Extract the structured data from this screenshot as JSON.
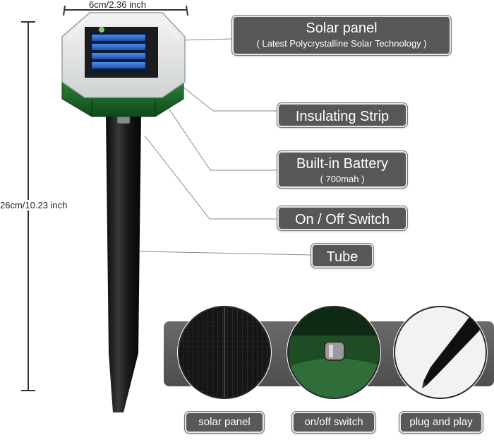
{
  "dimensions": {
    "width_label": "6cm/2.36 inch",
    "height_label": "26cm/10.23 inch"
  },
  "callouts": [
    {
      "id": "solar-panel",
      "title": "Solar panel",
      "subtitle": "( Latest Polycrystalline Solar Technology )"
    },
    {
      "id": "insulating-strip",
      "title": "Insulating Strip",
      "subtitle": ""
    },
    {
      "id": "built-in-battery",
      "title": "Built-in Battery",
      "subtitle": "( 700mah )"
    },
    {
      "id": "on-off-switch",
      "title": "On / Off Switch",
      "subtitle": ""
    },
    {
      "id": "tube",
      "title": "Tube",
      "subtitle": ""
    }
  ],
  "features": [
    {
      "id": "solar-panel",
      "label": "solar panel"
    },
    {
      "id": "on-off-switch",
      "label": "on/off switch"
    },
    {
      "id": "plug-and-play",
      "label": "plug and play"
    }
  ],
  "colors": {
    "callout_bg": "#575757",
    "housing_green": "#1f6b2a",
    "stake_black": "#141414",
    "banner_gray": "#5e5e5e"
  }
}
